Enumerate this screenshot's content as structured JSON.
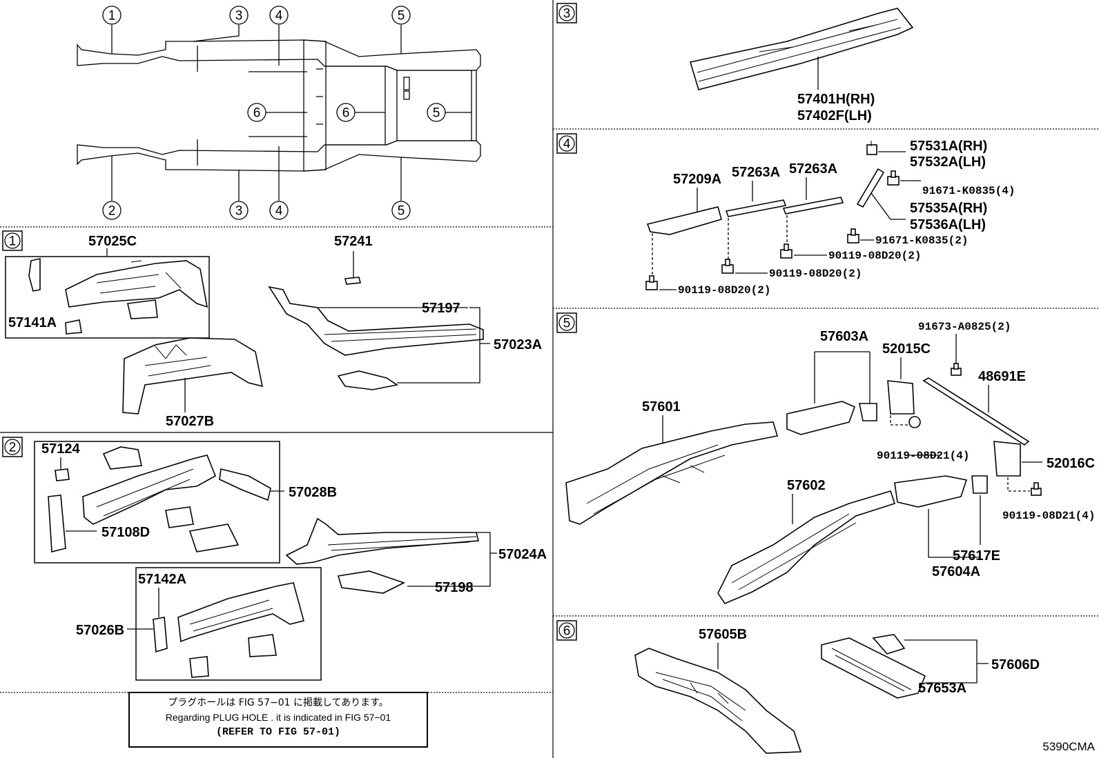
{
  "overview": {
    "callouts": [
      "1",
      "3",
      "4",
      "5",
      "6",
      "6",
      "5",
      "2",
      "3",
      "4",
      "5"
    ]
  },
  "sections": {
    "s1": {
      "index": "1",
      "labels": [
        "57025C",
        "57141A",
        "57027B",
        "57241",
        "57197",
        "57023A"
      ]
    },
    "s2": {
      "index": "2",
      "labels": [
        "57124",
        "57108D",
        "57028B",
        "57024A",
        "57198",
        "57142A",
        "57026B"
      ]
    },
    "s3": {
      "index": "3",
      "labels": [
        "57401H(RH)",
        "57402F(LH)"
      ]
    },
    "s4": {
      "index": "4",
      "labels": [
        "57209A",
        "57263A",
        "57263A",
        "57531A(RH)",
        "57532A(LH)",
        "91671-K0835(4)",
        "57535A(RH)",
        "57536A(LH)",
        "91671-K0835(2)",
        "90119-08D20(2)",
        "90119-08D20(2)",
        "90119-08D20(2)"
      ]
    },
    "s5": {
      "index": "5",
      "labels": [
        "91673-A0825(2)",
        "57603A",
        "52015C",
        "48691E",
        "57601",
        "90119-08D21(4)",
        "52016C",
        "57602",
        "90119-08D21(4)",
        "57617E",
        "57604A"
      ]
    },
    "s6": {
      "index": "6",
      "labels": [
        "57605B",
        "57606D",
        "57653A"
      ]
    }
  },
  "note": {
    "line_jp": "プラグホールは FIG 57−01 に掲載してあります。",
    "line_en": "Regarding PLUG HOLE . it is indicated in FIG 57−01",
    "line_ref": "(REFER TO FIG 57-01)"
  },
  "diagram_code": "5390CMA"
}
